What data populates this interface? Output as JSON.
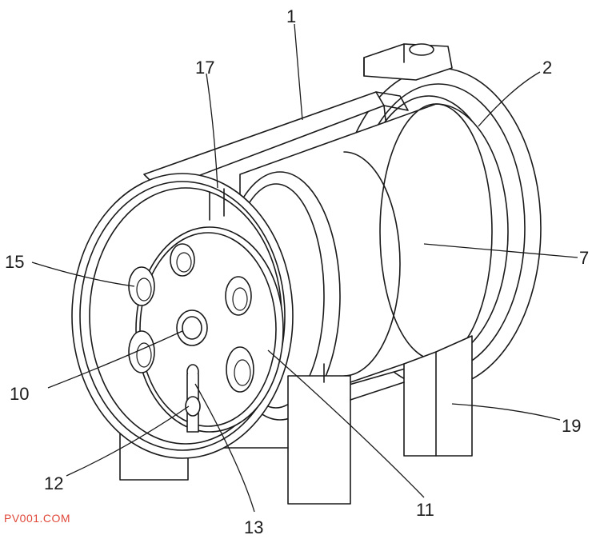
{
  "labels": {
    "l1": "1",
    "l2": "2",
    "l7": "7",
    "l10": "10",
    "l11": "11",
    "l12": "12",
    "l13": "13",
    "l15": "15",
    "l17": "17",
    "l19": "19"
  },
  "watermark": "PV001.COM",
  "colors": {
    "line": "#1a1a1a",
    "background": "#ffffff",
    "watermark": "#e0483a"
  }
}
